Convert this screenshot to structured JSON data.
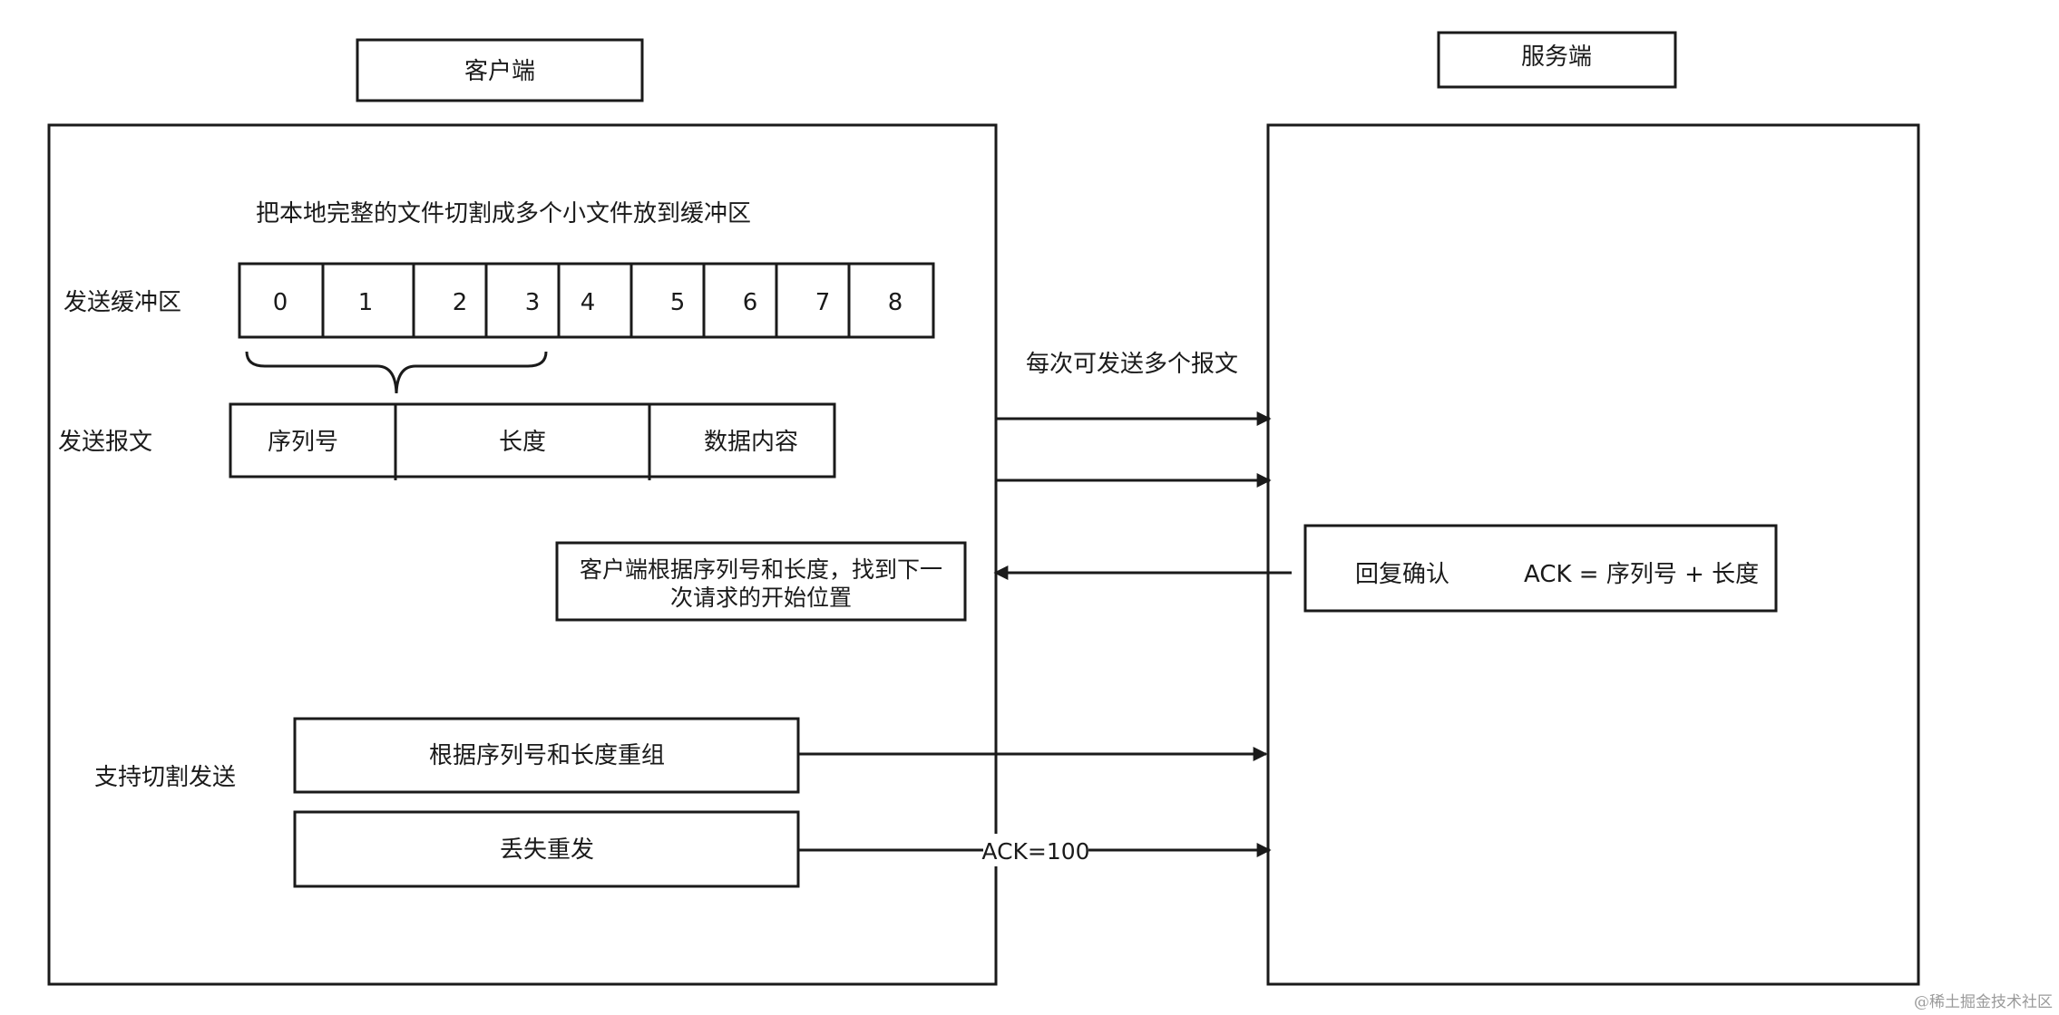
{
  "client": {
    "title": "客户端"
  },
  "server": {
    "title": "服务端"
  },
  "split_caption": "把本地完整的文件切割成多个小文件放到缓冲区",
  "send_buffer": {
    "label": "发送缓冲区",
    "cells": [
      "0",
      "1",
      "2",
      "3",
      "4",
      "5",
      "6",
      "7",
      "8"
    ]
  },
  "send_message": {
    "label": "发送报文",
    "fields": [
      "序列号",
      "长度",
      "数据内容"
    ]
  },
  "multi_send_caption": "每次可发送多个报文",
  "client_next": {
    "line1": "客户端根据序列号和长度，找到下一",
    "line2": "次请求的开始位置"
  },
  "reply": {
    "label": "回复确认",
    "formula": "ACK = 序列号 + 长度"
  },
  "split_support": {
    "label": "支持切割发送",
    "reassemble": "根据序列号和长度重组",
    "resend": "丢失重发",
    "ack": "ACK=100"
  },
  "watermark": "@稀土掘金技术社区"
}
